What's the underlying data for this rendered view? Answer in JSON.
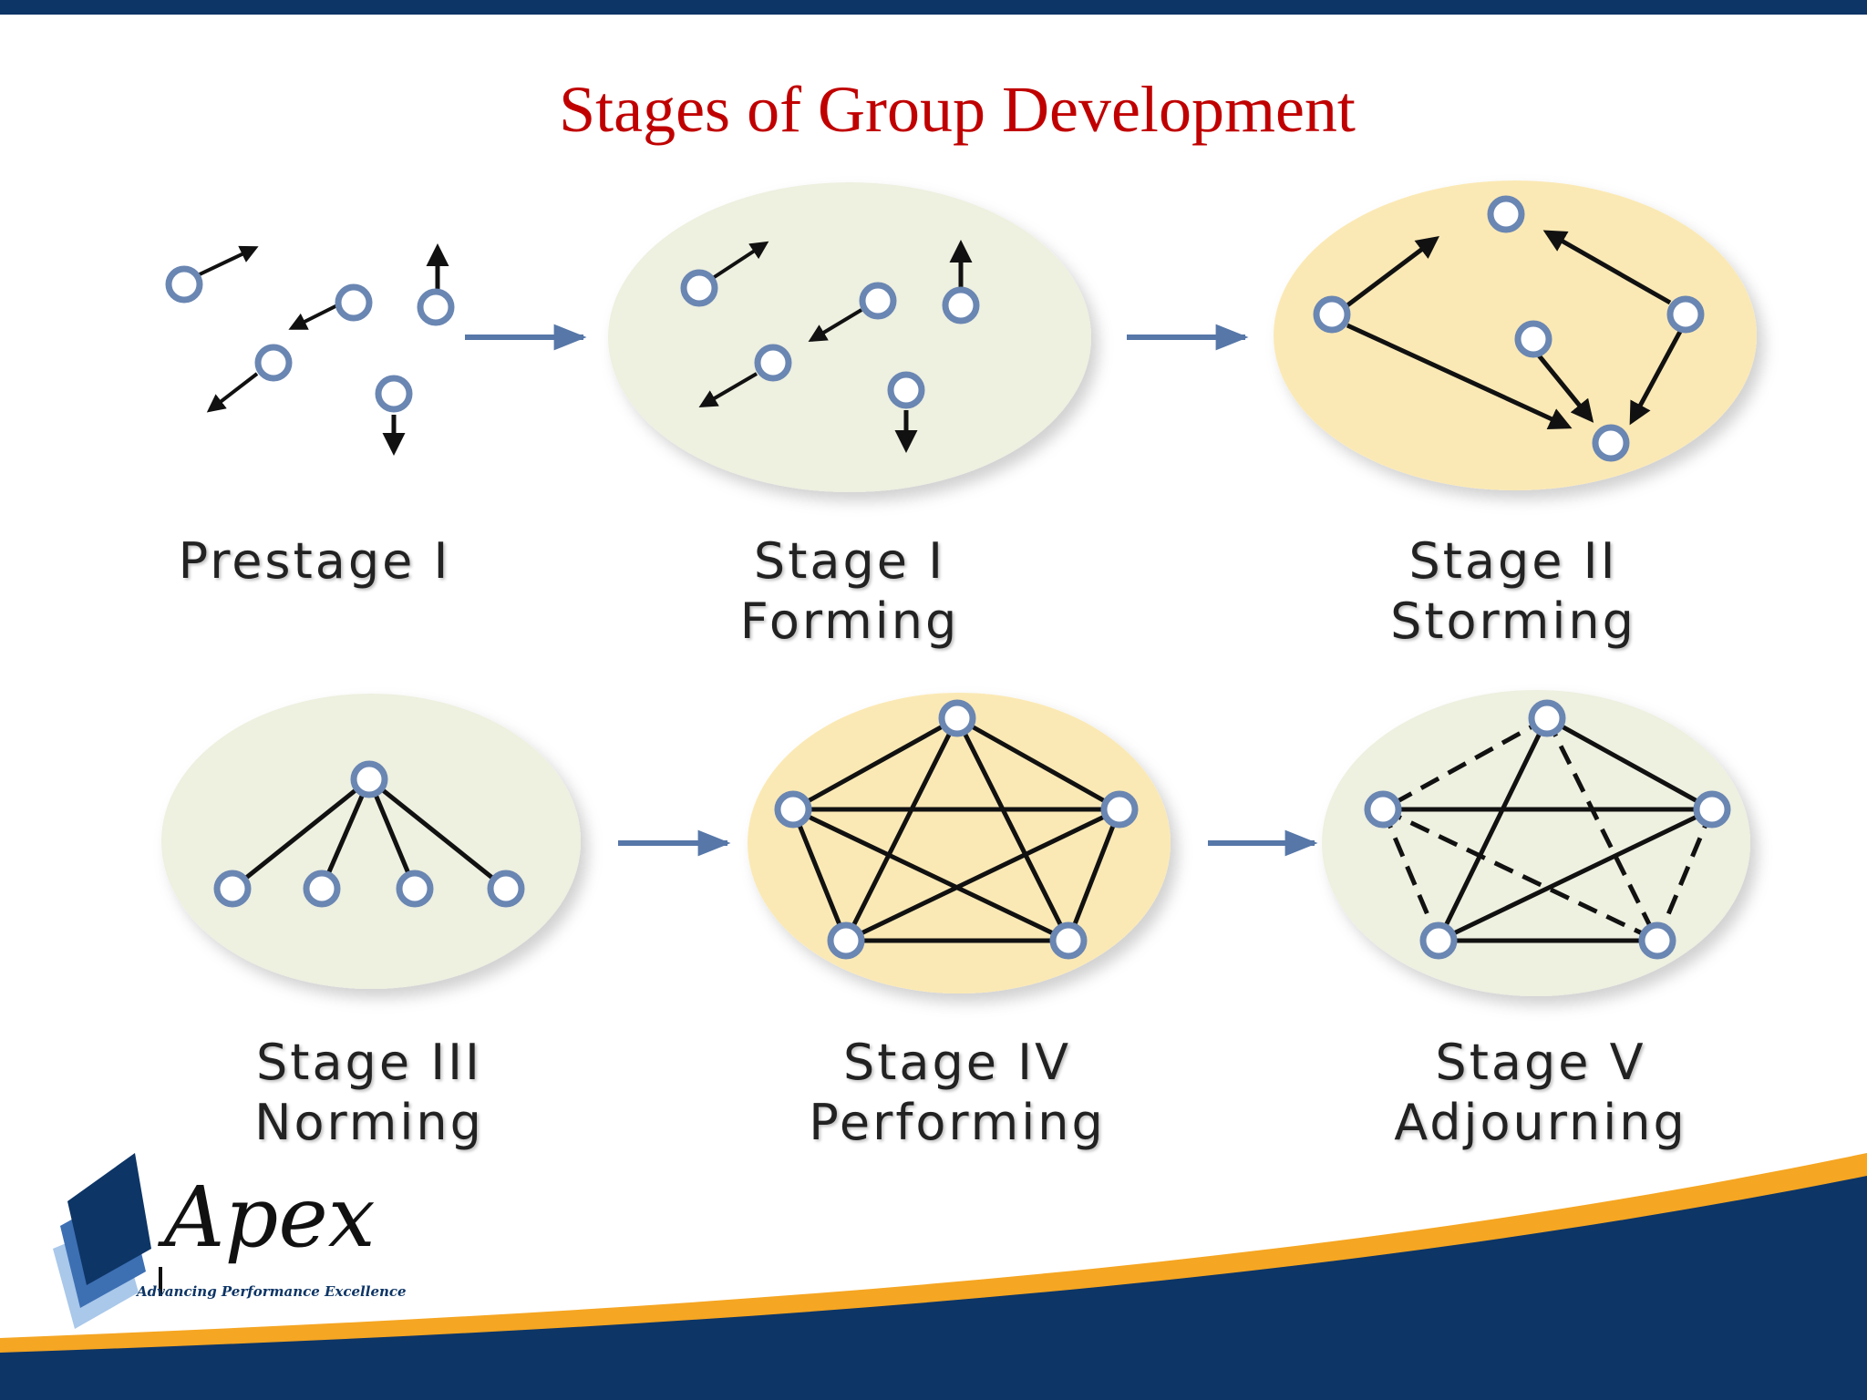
{
  "title": "Stages of Group Development",
  "colors": {
    "title": "#c00000",
    "navy": "#0d3566",
    "gold": "#f5a623",
    "node": "#6a86b2",
    "ellipse_green": "#eef0e0",
    "ellipse_yellow": "#fbe9b5"
  },
  "stages": [
    {
      "line1": "Prestage I",
      "line2": ""
    },
    {
      "line1": "Stage I",
      "line2": "Forming"
    },
    {
      "line1": "Stage II",
      "line2": "Storming"
    },
    {
      "line1": "Stage III",
      "line2": "Norming"
    },
    {
      "line1": "Stage IV",
      "line2": "Performing"
    },
    {
      "line1": "Stage V",
      "line2": "Adjourning"
    }
  ],
  "logo": {
    "name": "Apex",
    "tagline": "Advancing Performance Excellence"
  }
}
